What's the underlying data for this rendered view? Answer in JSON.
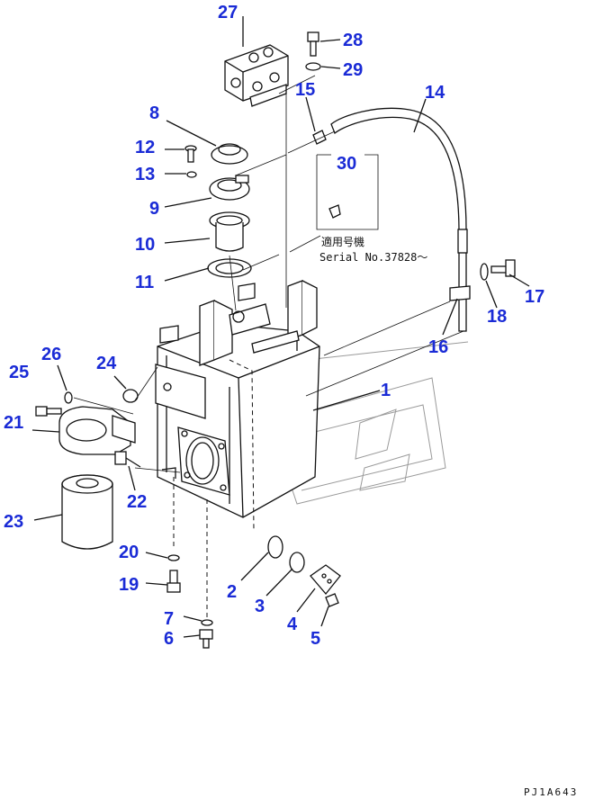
{
  "diagram": {
    "callouts": [
      {
        "id": "c27",
        "label": "27"
      },
      {
        "id": "c28",
        "label": "28"
      },
      {
        "id": "c29",
        "label": "29"
      },
      {
        "id": "c15",
        "label": "15"
      },
      {
        "id": "c14",
        "label": "14"
      },
      {
        "id": "c8",
        "label": "8"
      },
      {
        "id": "c12",
        "label": "12"
      },
      {
        "id": "c13",
        "label": "13"
      },
      {
        "id": "c9",
        "label": "9"
      },
      {
        "id": "c30",
        "label": "30"
      },
      {
        "id": "c10",
        "label": "10"
      },
      {
        "id": "c11",
        "label": "11"
      },
      {
        "id": "c17",
        "label": "17"
      },
      {
        "id": "c18",
        "label": "18"
      },
      {
        "id": "c16",
        "label": "16"
      },
      {
        "id": "c1",
        "label": "1"
      },
      {
        "id": "c24",
        "label": "24"
      },
      {
        "id": "c26",
        "label": "26"
      },
      {
        "id": "c25",
        "label": "25"
      },
      {
        "id": "c21",
        "label": "21"
      },
      {
        "id": "c22",
        "label": "22"
      },
      {
        "id": "c23",
        "label": "23"
      },
      {
        "id": "c20",
        "label": "20"
      },
      {
        "id": "c19",
        "label": "19"
      },
      {
        "id": "c2",
        "label": "2"
      },
      {
        "id": "c3",
        "label": "3"
      },
      {
        "id": "c4",
        "label": "4"
      },
      {
        "id": "c5",
        "label": "5"
      },
      {
        "id": "c7",
        "label": "7"
      },
      {
        "id": "c6",
        "label": "6"
      }
    ],
    "serial_note": {
      "line1": "適用号機",
      "line2": "Serial No.37828～"
    },
    "figure_code": "PJ1A643"
  }
}
